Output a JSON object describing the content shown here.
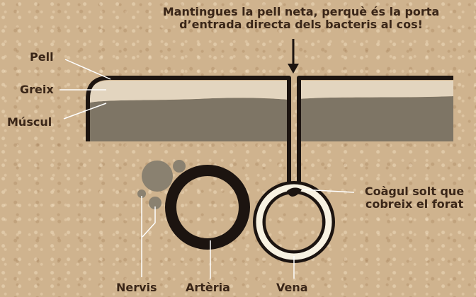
{
  "labels": {
    "pell": "Pell",
    "greix": "Greix",
    "muscul": "Múscul",
    "top_note_line1": "Mantingues la pell neta, perquè és la porta",
    "top_note_line2": "d’entrada directa dels bacteris al cos!",
    "coagul_line1": "Coàgul solt que",
    "coagul_line2": "cobreix el forat",
    "nervis": "Nervis",
    "arteria": "Artèria",
    "vena": "Vena"
  },
  "colors": {
    "background": "#cfb38e",
    "skin_outline": "#1c1410",
    "fat": "#e3d5bf",
    "muscle": "#7e7565",
    "nerve": "#8a8170",
    "vein_fill": "#f8f2e2",
    "text": "#3a2618",
    "leader_line": "#ffffff"
  }
}
